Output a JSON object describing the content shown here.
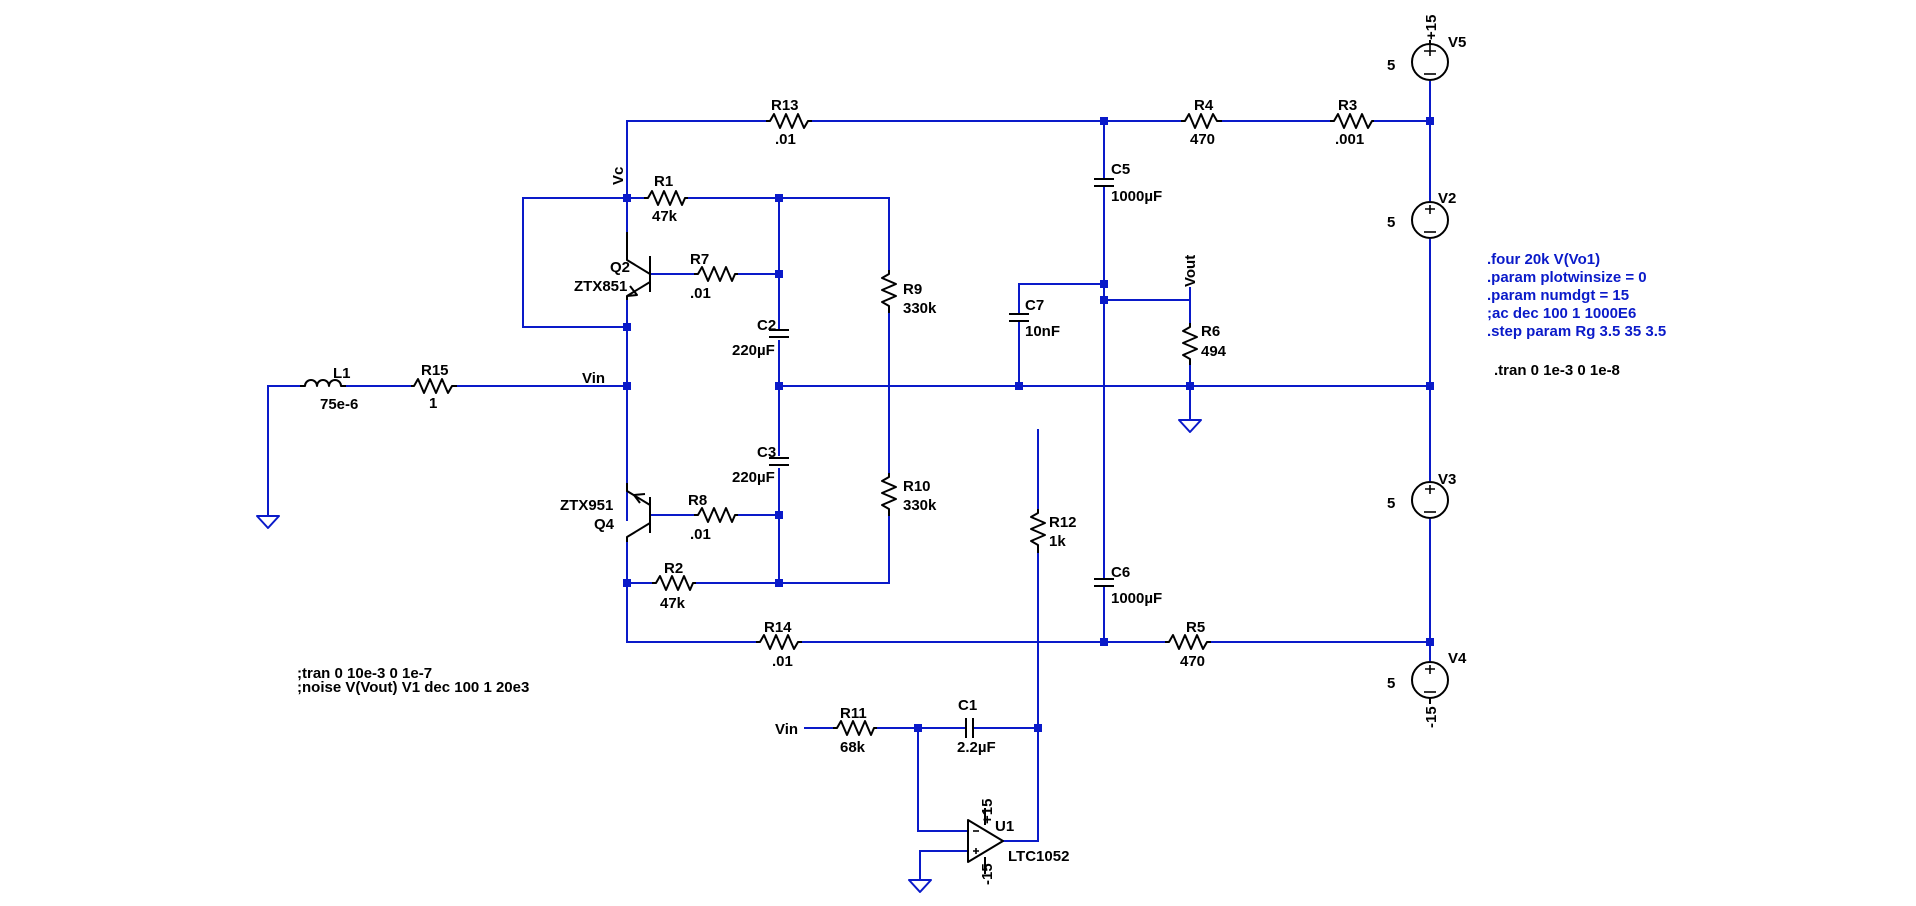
{
  "components": {
    "L1": {
      "name": "L1",
      "value": "75e-6"
    },
    "R15": {
      "name": "R15",
      "value": "1"
    },
    "R13": {
      "name": "R13",
      "value": ".01"
    },
    "R4": {
      "name": "R4",
      "value": "470"
    },
    "R3": {
      "name": "R3",
      "value": ".001"
    },
    "R1": {
      "name": "R1",
      "value": "47k"
    },
    "R7": {
      "name": "R7",
      "value": ".01"
    },
    "Q2": {
      "name": "Q2",
      "model": "ZTX851"
    },
    "R9": {
      "name": "R9",
      "value": "330k"
    },
    "C2": {
      "name": "C2",
      "value": "220µF"
    },
    "C5": {
      "name": "C5",
      "value": "1000µF"
    },
    "C7": {
      "name": "C7",
      "value": "10nF"
    },
    "R6": {
      "name": "R6",
      "value": "494"
    },
    "C3": {
      "name": "C3",
      "value": "220µF"
    },
    "R10": {
      "name": "R10",
      "value": "330k"
    },
    "Q4": {
      "name": "Q4",
      "model": "ZTX951"
    },
    "R8": {
      "name": "R8",
      "value": ".01"
    },
    "R2": {
      "name": "R2",
      "value": "47k"
    },
    "R12": {
      "name": "R12",
      "value": "1k"
    },
    "C6": {
      "name": "C6",
      "value": "1000µF"
    },
    "R14": {
      "name": "R14",
      "value": ".01"
    },
    "R5": {
      "name": "R5",
      "value": "470"
    },
    "R11": {
      "name": "R11",
      "value": "68k"
    },
    "C1": {
      "name": "C1",
      "value": "2.2µF"
    },
    "U1": {
      "name": "U1",
      "model": "LTC1052",
      "vpos": "+15",
      "vneg": "-15"
    },
    "V5": {
      "name": "V5",
      "value": "5",
      "rail": "+15"
    },
    "V2": {
      "name": "V2",
      "value": "5"
    },
    "V3": {
      "name": "V3",
      "value": "5"
    },
    "V4": {
      "name": "V4",
      "value": "5",
      "rail": "-15"
    }
  },
  "nets": {
    "vc": "Vc",
    "vin": "Vin",
    "vin2": "Vin",
    "vout": "Vout"
  },
  "directives": [
    ".four 20k V(Vo1)",
    ".param plotwinsize = 0",
    ".param numdgt = 15",
    ";ac dec 100 1 1000E6",
    ".step param Rg 3.5 35 3.5"
  ],
  "tran_directive": ".tran 0 1e-3 0 1e-8",
  "comments": [
    ";tran 0 10e-3 0 1e-7",
    ";noise V(Vout) V1 dec 100 1 20e3"
  ],
  "colors": {
    "wire": "#0a1ac9",
    "component": "#000000",
    "directive": "#0a1ac9",
    "background": "#ffffff"
  }
}
